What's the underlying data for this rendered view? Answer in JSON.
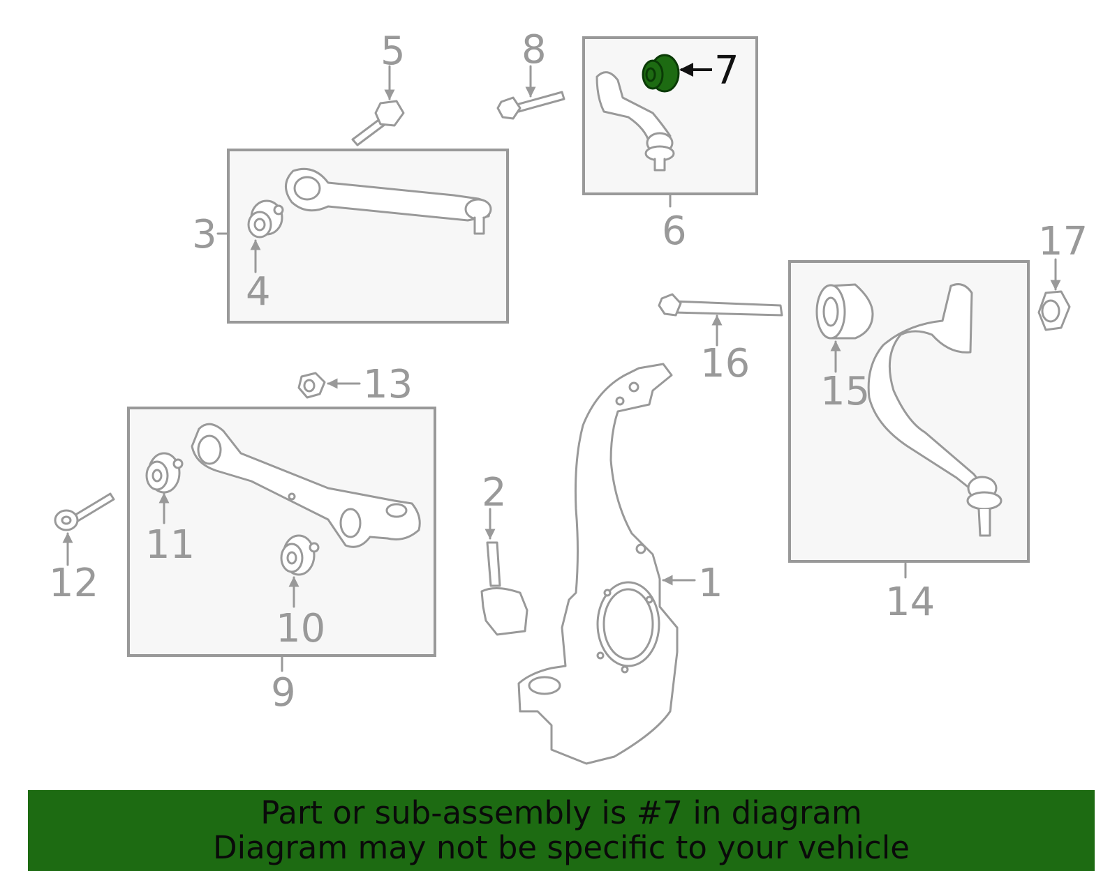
{
  "callouts": {
    "c1": "1",
    "c2": "2",
    "c3": "3",
    "c4": "4",
    "c5": "5",
    "c6": "6",
    "c7": "7",
    "c8": "8",
    "c9": "9",
    "c10": "10",
    "c11": "11",
    "c12": "12",
    "c13": "13",
    "c14": "14",
    "c15": "15",
    "c16": "16",
    "c17": "17"
  },
  "highlight": {
    "part": "7",
    "color": "#1d6b12"
  },
  "banner": {
    "line1": "Part or sub-assembly is #7 in diagram",
    "line2": "Diagram may not be specific to your vehicle",
    "background": "#1d6b12"
  }
}
